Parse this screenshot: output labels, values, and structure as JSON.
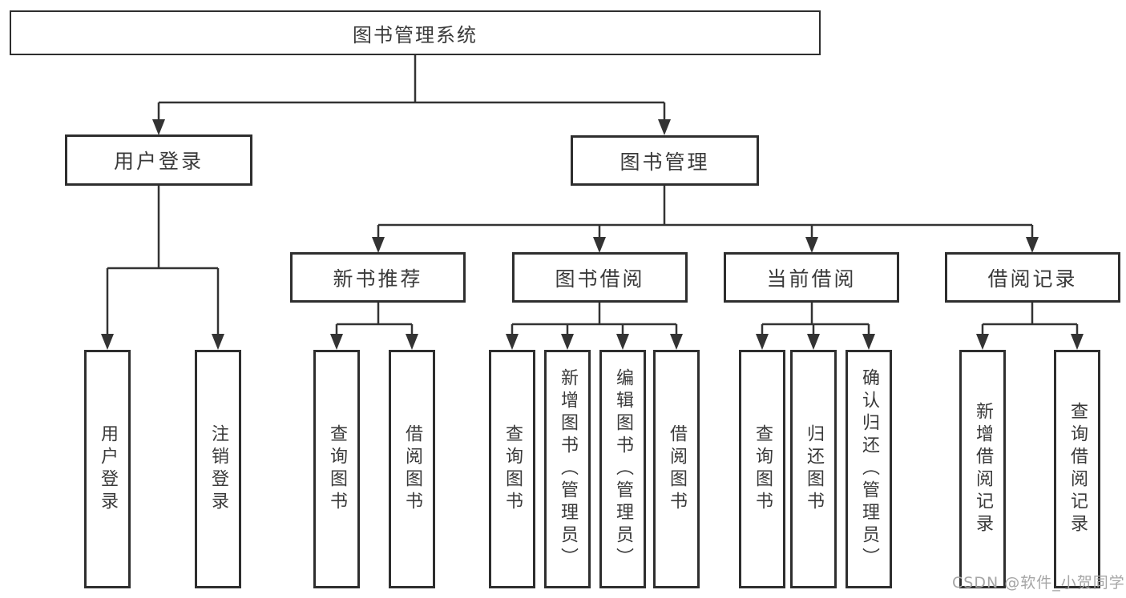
{
  "tree": {
    "root": {
      "label": "图书管理系统"
    },
    "user": {
      "label": "用户登录",
      "children": [
        "用户登录",
        "注销登录"
      ]
    },
    "book": {
      "label": "图书管理",
      "sections": [
        {
          "label": "新书推荐",
          "children": [
            "查询图书",
            "借阅图书"
          ]
        },
        {
          "label": "图书借阅",
          "children": [
            "查询图书",
            "新增图书（管理员）",
            "编辑图书（管理员）",
            "借阅图书"
          ]
        },
        {
          "label": "当前借阅",
          "children": [
            "查询图书",
            "归还图书",
            "确认归还（管理员）"
          ]
        },
        {
          "label": "借阅记录",
          "children": [
            "新增借阅记录",
            "查询借阅记录"
          ]
        }
      ]
    }
  },
  "watermark": "CSDN @软件_小贺同学",
  "colors": {
    "line": "#333333",
    "box_border": "#2e2e2e",
    "text": "#3a3a3a",
    "background": "#ffffff",
    "watermark": "#a6a6a6"
  }
}
